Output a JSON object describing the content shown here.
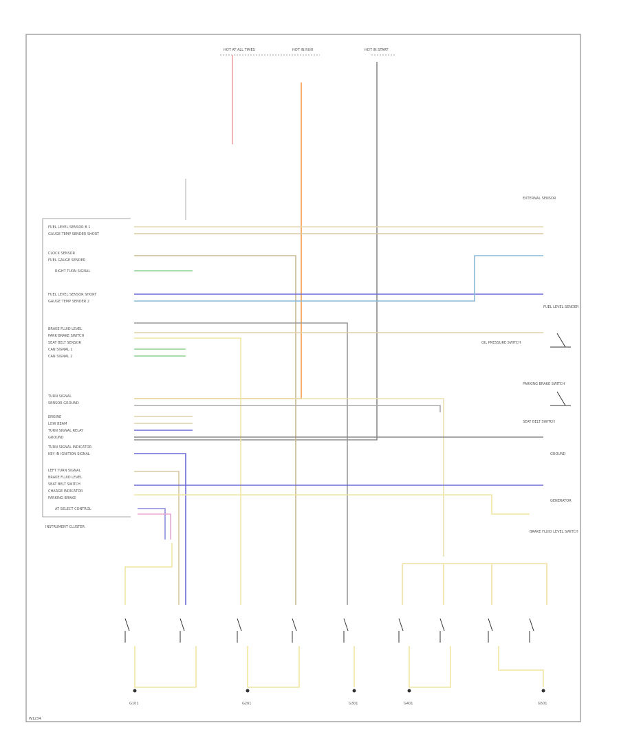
{
  "diagram": {
    "left_labels": [
      "FUEL LEVEL SENSOR B 1",
      "GAUGE TEMP SENDER SHORT",
      "CLOCK SENSOR",
      "FUEL GAUGE SENDER",
      "RIGHT TURN SIGNAL",
      "FUEL LEVEL SENSOR SHORT",
      "GAUGE TEMP SENDER 2",
      "BRAKE FLUID LEVEL",
      "PARK BRAKE SWITCH",
      "SEAT BELT SENSOR",
      "CAN SIGNAL 1",
      "CAN SIGNAL 2",
      "TURN SIGNAL",
      "SENSOR GROUND",
      "ENGINE",
      "LOW BEAM",
      "TURN SIGNAL RELAY",
      "GROUND",
      "TURN SIGNAL INDICATOR",
      "KEY IN IGNITION SIGNAL",
      "LEFT TURN SIGNAL",
      "BRAKE FLUID LEVEL",
      "SEAT BELT SWITCH",
      "CHARGE INDICATOR",
      "PARKING BRAKE",
      "AT SELECT CONTROL"
    ],
    "fuse_labels": [
      "HOT AT ALL TIMES",
      "HOT IN RUN",
      "HOT IN START"
    ],
    "right_labels": [
      "EXTERNAL SENSOR",
      "FUEL LEVEL SENDER",
      "OIL PRESSURE SWITCH",
      "PARKING BRAKE SWITCH",
      "SEAT BELT SWITCH",
      "GROUND",
      "GENERATOR",
      "BRAKE FLUID LEVEL SWITCH"
    ],
    "bottom_labels": [
      "G101",
      "G201",
      "G301",
      "G401",
      "G501"
    ],
    "footer_label": "INSTRUMENT CLUSTER",
    "corner_code": "W1234",
    "wire_colors": {
      "red": "#f4a0a8",
      "orange": "#f39a4a",
      "yellow": "#eedd88",
      "tan": "#d8c7a0",
      "blue": "#6b6bd8",
      "cyan": "#88b8d8",
      "green": "#8fd08f",
      "gray": "#8a8a8a",
      "dark": "#555555"
    }
  }
}
